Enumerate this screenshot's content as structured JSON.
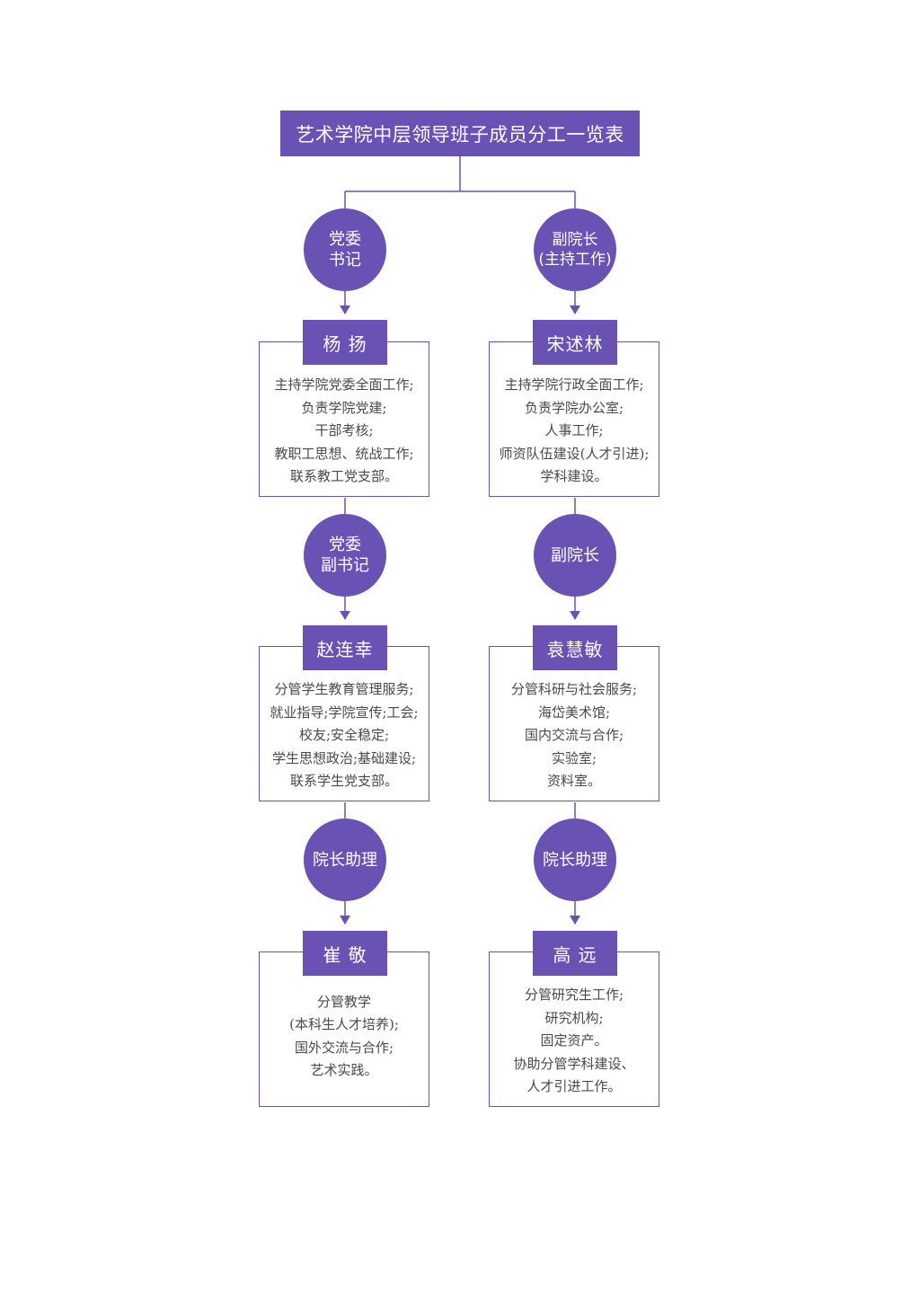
{
  "title": "艺术学院中层领导班子成员分工一览表",
  "colors": {
    "accent": "#6a52b4",
    "text": "#4a4a4a",
    "background": "#ffffff"
  },
  "left": [
    {
      "role": "党委\n书记",
      "name": "杨 扬",
      "duties": [
        "主持学院党委全面工作;",
        "负责学院党建;",
        "干部考核;",
        "教职工思想、统战工作;",
        "联系教工党支部。"
      ]
    },
    {
      "role": "党委\n副书记",
      "name": "赵连幸",
      "duties": [
        "分管学生教育管理服务;",
        "就业指导;学院宣传;工会;",
        "校友;安全稳定;",
        "学生思想政治;基础建设;",
        "联系学生党支部。"
      ]
    },
    {
      "role": "院长助理",
      "name": "崔 敬",
      "duties": [
        "分管教学",
        "(本科生人才培养);",
        "国外交流与合作;",
        "艺术实践。"
      ]
    }
  ],
  "right": [
    {
      "role": "副院长\n(主持工作)",
      "name": "宋述林",
      "duties": [
        "主持学院行政全面工作;",
        "负责学院办公室;",
        "人事工作;",
        "师资队伍建设(人才引进);",
        "学科建设。"
      ]
    },
    {
      "role": "副院长",
      "name": "袁慧敏",
      "duties": [
        "分管科研与社会服务;",
        "海岱美术馆;",
        "国内交流与合作;",
        "实验室;",
        "资料室。"
      ]
    },
    {
      "role": "院长助理",
      "name": "高 远",
      "duties": [
        "分管研究生工作;",
        "研究机构;",
        "固定资产。",
        "协助分管学科建设、",
        "人才引进工作。"
      ]
    }
  ]
}
